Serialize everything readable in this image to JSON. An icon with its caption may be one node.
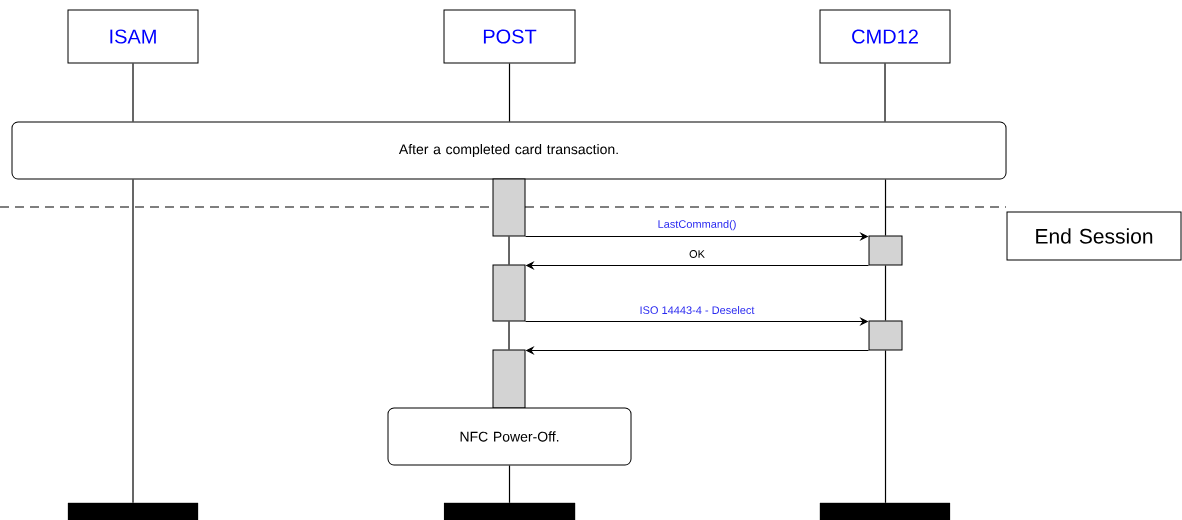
{
  "diagram": {
    "nodes": [
      {
        "text": [
          "ISAM"
        ]
      },
      {
        "text": [
          "POST"
        ]
      },
      {
        "text": [
          "CMD12"
        ]
      },
      {
        "text": [
          "After a completed card transaction."
        ]
      },
      {
        "text": [
          "End Session"
        ]
      },
      {
        "text": [],
        "shape": "bar"
      },
      {
        "text": [],
        "shape": "bar"
      },
      {
        "text": [],
        "shape": "bar"
      },
      {
        "text": [],
        "shape": "bar"
      },
      {
        "text": [],
        "shape": "bar"
      },
      {
        "text": [
          "NFC Power-Off."
        ]
      },
      {
        "text": [],
        "shape": "bar"
      },
      {
        "text": [],
        "shape": "bar"
      },
      {
        "text": [],
        "shape": "bar"
      }
    ],
    "edges": [
      {
        "from": 5,
        "to": 6,
        "arrow": "to",
        "label": "LastCommand()"
      },
      {
        "from": 6,
        "to": 7,
        "arrow": "to",
        "label": "OK"
      },
      {
        "from": 7,
        "to": 8,
        "arrow": "to",
        "label": "ISO 14443-4 - Deselect"
      },
      {
        "from": 8,
        "to": 9,
        "arrow": "to"
      },
      {
        "from": 0,
        "to": 3,
        "arrow": "none"
      },
      {
        "from": 3,
        "to": 11,
        "arrow": "none"
      },
      {
        "from": 1,
        "to": 3,
        "arrow": "none"
      },
      {
        "from": 5,
        "to": 7,
        "arrow": "none"
      },
      {
        "from": 7,
        "to": 9,
        "arrow": "none"
      },
      {
        "from": 10,
        "to": 12,
        "arrow": "none"
      },
      {
        "from": 2,
        "to": 3,
        "arrow": "none"
      },
      {
        "from": 3,
        "to": 6,
        "arrow": "none"
      },
      {
        "from": 6,
        "to": 8,
        "arrow": "none"
      },
      {
        "from": 8,
        "to": 13,
        "arrow": "none"
      }
    ]
  }
}
